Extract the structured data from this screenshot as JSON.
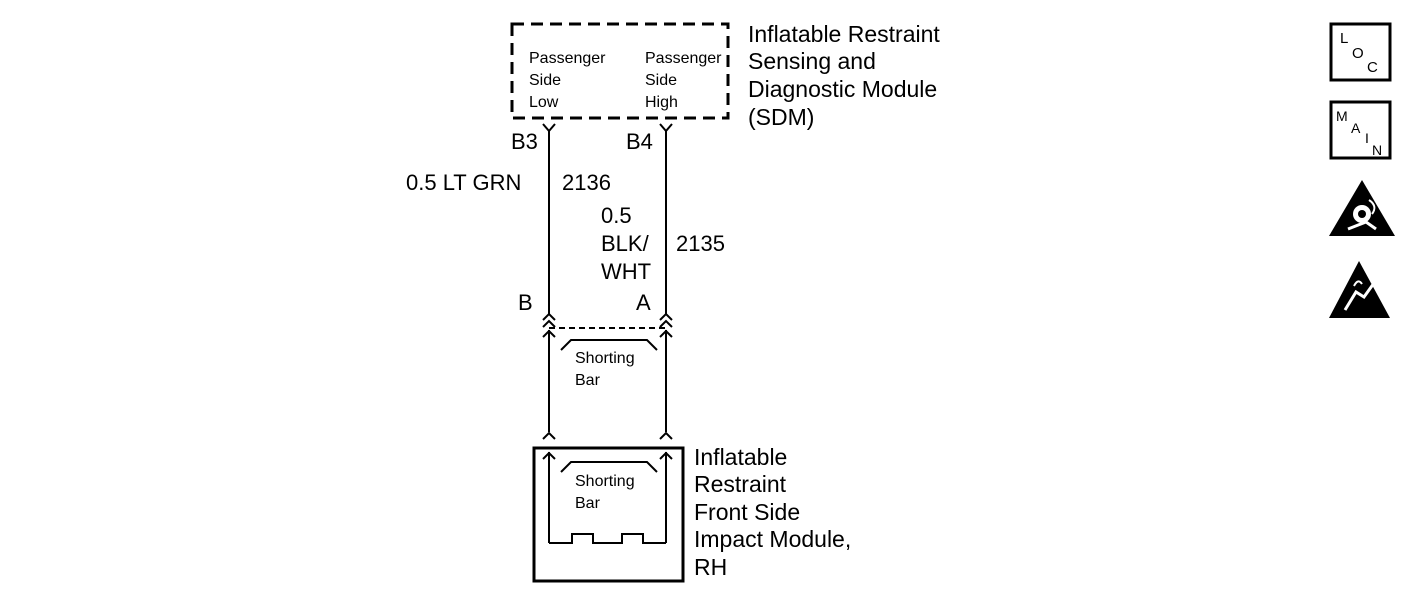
{
  "sdm": {
    "title_lines": [
      "Inflatable Restraint",
      "Sensing and",
      "Diagnostic Module",
      "(SDM)"
    ],
    "pin_left_label_lines": [
      "Passenger",
      "Side",
      "Low"
    ],
    "pin_right_label_lines": [
      "Passenger",
      "Side",
      "High"
    ],
    "pin_left": "B3",
    "pin_right": "B4"
  },
  "wires": {
    "left_gauge_color": "0.5 LT GRN",
    "left_circuit": "2136",
    "right_gauge_color_lines": [
      "0.5",
      "BLK/",
      "WHT"
    ],
    "right_circuit": "2135"
  },
  "connector": {
    "pin_left": "B",
    "pin_right": "A",
    "shorting_bar_lines": [
      "Shorting",
      "Bar"
    ]
  },
  "module": {
    "title_lines": [
      "Inflatable",
      "Restraint",
      "Front Side",
      "Impact Module,",
      "RH"
    ],
    "shorting_bar_lines": [
      "Shorting",
      "Bar"
    ]
  },
  "side_icons": [
    "loc-icon",
    "main-icon",
    "airbag-warning-icon",
    "esd-warning-icon"
  ],
  "side_icon_text": {
    "loc": [
      "L",
      "O",
      "C"
    ],
    "main": [
      "M",
      "A",
      "I",
      "N"
    ]
  }
}
